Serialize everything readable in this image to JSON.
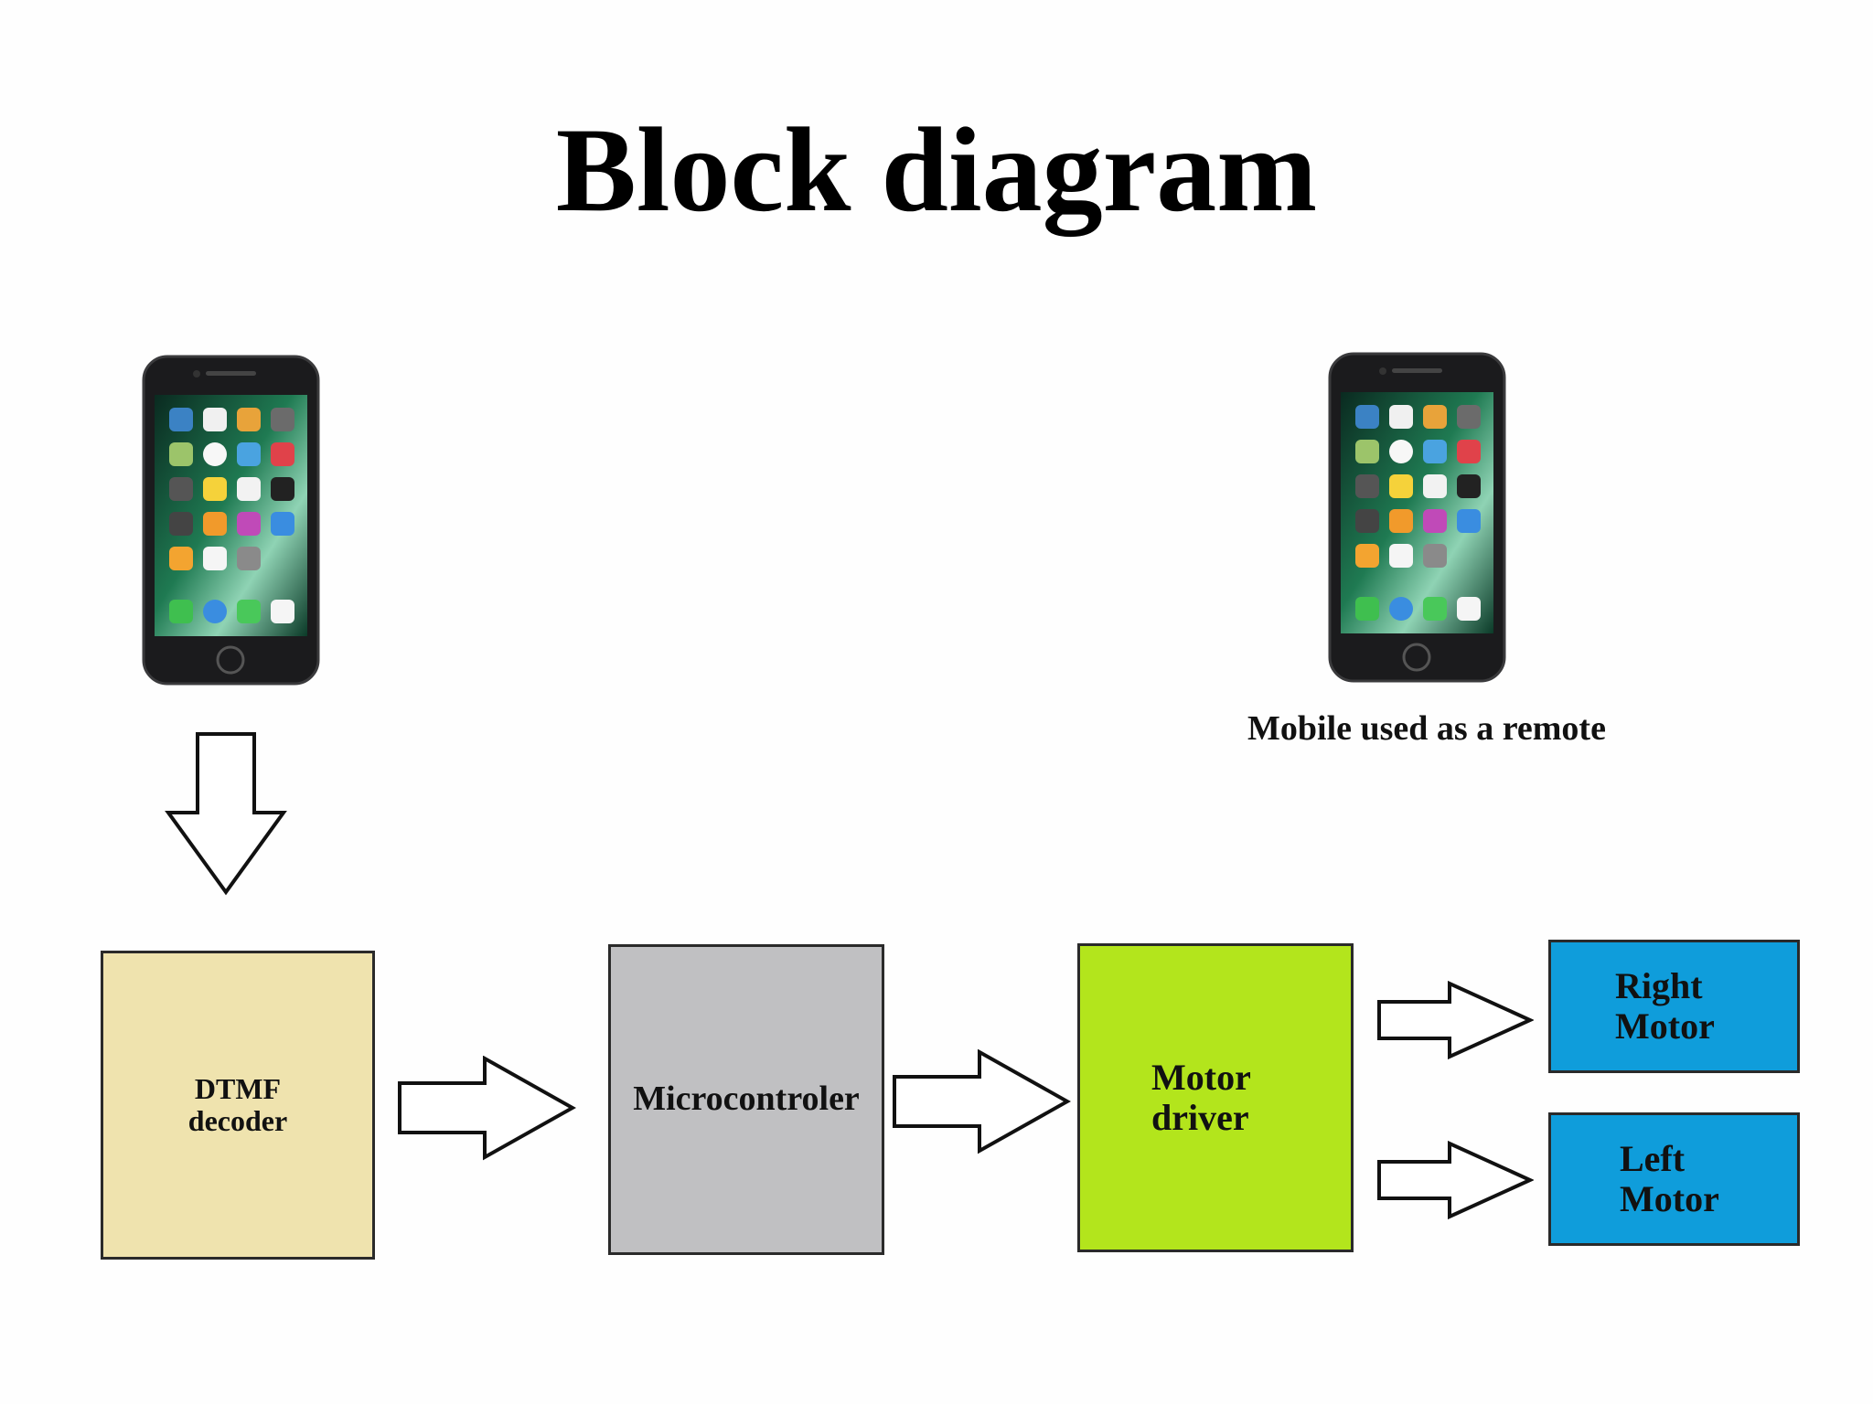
{
  "title": "Block diagram",
  "phone_caption": "Mobile used as a remote",
  "blocks": {
    "dtmf": [
      "DTMF",
      "decoder"
    ],
    "microcontroller": "Microcontroler",
    "motor_driver": [
      "Motor",
      "driver"
    ],
    "right_motor": [
      "Right",
      "Motor"
    ],
    "left_motor": [
      "Left",
      "Motor"
    ]
  },
  "colors": {
    "dtmf": "#efe3ae",
    "microcontroller": "#c0c0c2",
    "motor_driver": "#b3e51c",
    "motors": "#0f9ddb"
  },
  "icons": [
    "smartphone-icon",
    "down-arrow-icon",
    "right-arrow-icon"
  ]
}
